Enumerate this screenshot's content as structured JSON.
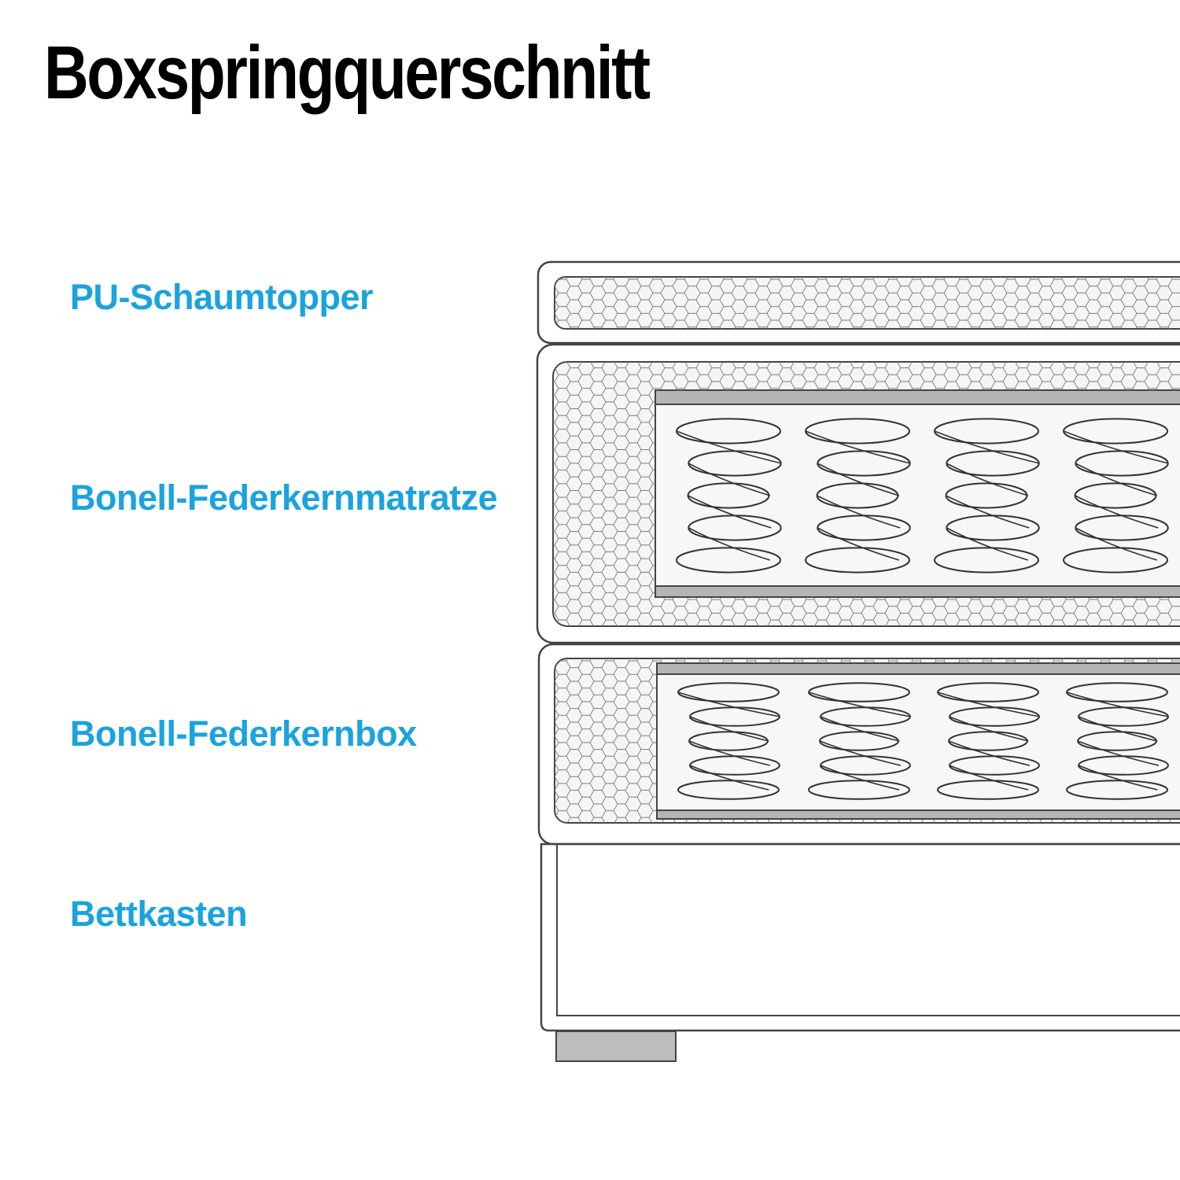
{
  "title": "Boxspringquerschnitt",
  "colors": {
    "title": "#000000",
    "label": "#1aa3de",
    "outline": "#444444",
    "casing_fill": "#ffffff",
    "foam_fill": "#f5f5f5",
    "core_fill": "#f7f7f7",
    "plate_fill": "#b5b5b5",
    "foot_fill": "#bdbdbd"
  },
  "layers": [
    {
      "id": "topper",
      "label": "PU-Schaumtopper"
    },
    {
      "id": "mattress",
      "label": "Bonell-Federkernmatratze"
    },
    {
      "id": "box",
      "label": "Bonell-Federkernbox"
    },
    {
      "id": "frame",
      "label": "Bettkasten"
    }
  ]
}
